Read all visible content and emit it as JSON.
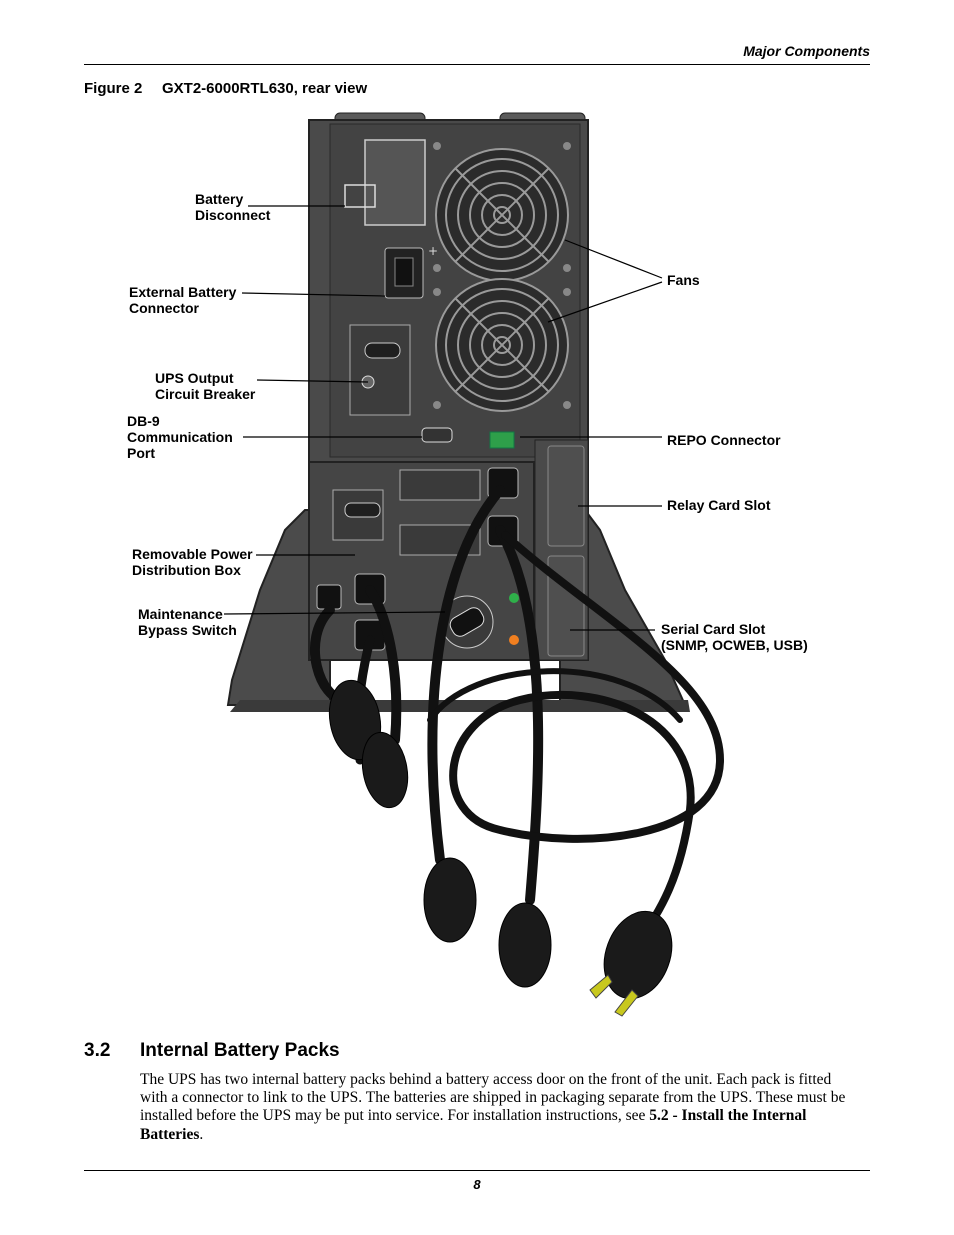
{
  "header": {
    "title": "Major Components"
  },
  "figure": {
    "number": "Figure 2",
    "title": "GXT2-6000RTL630, rear view",
    "labels": {
      "battery_disconnect": "Battery\nDisconnect",
      "external_battery_connector": "External Battery\nConnector",
      "ups_output_breaker": "UPS Output\nCircuit Breaker",
      "db9_port": "DB-9\nCommunication\nPort",
      "removable_pdb": "Removable Power\nDistribution Box",
      "maintenance_bypass": "Maintenance\nBypass Switch",
      "fans": "Fans",
      "repo_connector": "REPO Connector",
      "relay_card_slot": "Relay Card Slot",
      "serial_card_slot": "Serial Card Slot\n(SNMP, OCWEB, USB)"
    }
  },
  "section": {
    "number": "3.2",
    "title": "Internal Battery Packs",
    "body_text": "The UPS has two internal battery packs behind a battery access door on the front of the unit. Each pack is fitted with a connector to link to the UPS. The batteries are shipped in packaging separate from the UPS. These must be installed before the UPS may be put into service. For installation instructions, see ",
    "body_link": "5.2 - Install the Internal Batteries",
    "body_end": "."
  },
  "footer": {
    "page_number": "8"
  }
}
